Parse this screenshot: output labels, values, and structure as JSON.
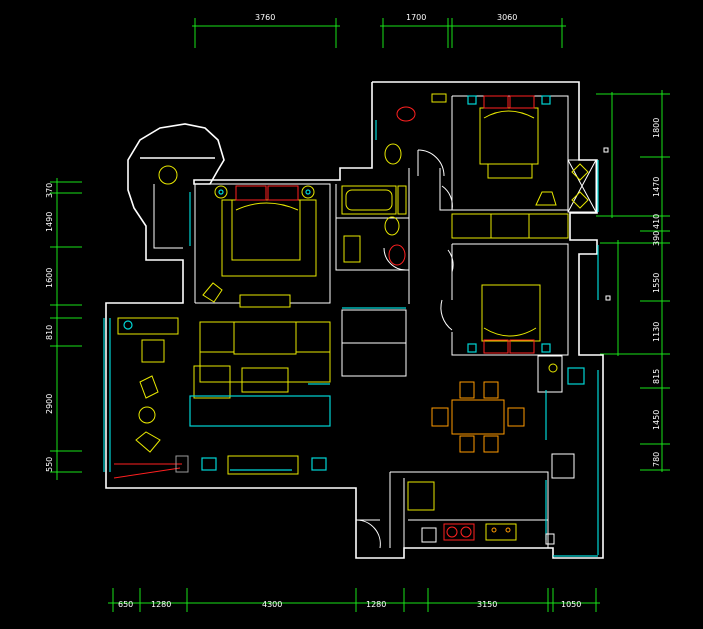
{
  "drawing": {
    "dims_top": [
      "3760",
      "1700",
      "3060"
    ],
    "dims_bottom": [
      "650",
      "1280",
      "4300",
      "1280",
      "3150",
      "1050"
    ],
    "dims_left": [
      "370",
      "1490",
      "1600",
      "810",
      "2900",
      "550"
    ],
    "dims_right": [
      "1800",
      "1470",
      "410",
      "390",
      "1550",
      "1130",
      "815",
      "1450",
      "780"
    ]
  },
  "colors": {
    "background": "#000000",
    "dimension": "#19e219",
    "wall": "#ffffff",
    "window": "#00d6d6",
    "furniture": "#e8e800",
    "bedding": "#ff2020",
    "dining": "#ff9a00"
  }
}
